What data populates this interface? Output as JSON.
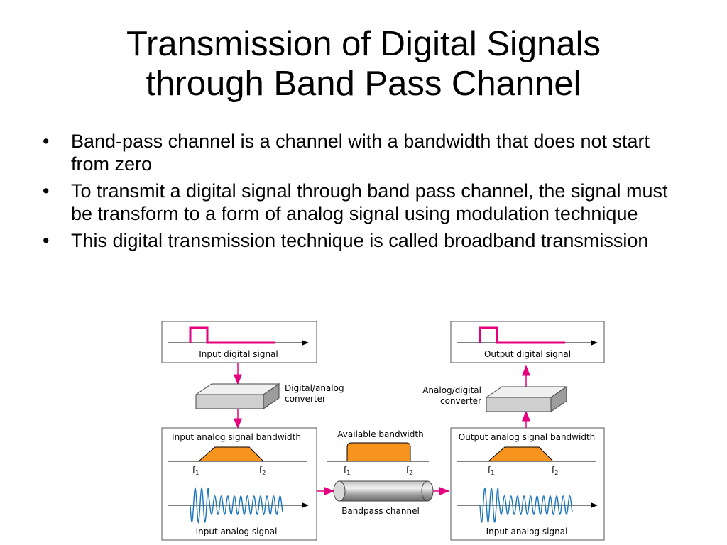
{
  "slide": {
    "title_line1": "Transmission of Digital Signals",
    "title_line2": "through Band Pass Channel",
    "bullets": [
      "Band-pass channel is a channel with a bandwidth that does not start from zero",
      "To transmit a digital signal through band pass channel, the signal must be transform to a form of analog signal using modulation technique",
      "This digital transmission technique is called broadband transmission"
    ],
    "bullet_glyph": "•"
  },
  "diagram": {
    "input_digital_label": "Input digital signal",
    "output_digital_label": "Output digital signal",
    "da_converter_label_1": "Digital/analog",
    "da_converter_label_2": "converter",
    "ad_converter_label_1": "Analog/digital",
    "ad_converter_label_2": "converter",
    "input_bandwidth_label": "Input analog signal bandwidth",
    "available_bandwidth_label": "Available bandwidth",
    "output_bandwidth_label": "Output analog signal bandwidth",
    "f1": "f",
    "f1_sub": "1",
    "f2": "f",
    "f2_sub": "2",
    "channel_label": "Bandpass channel",
    "input_analog_label": "Input analog signal",
    "output_analog_label": "Input analog signal",
    "colors": {
      "pulse": "#e6007e",
      "arrow": "#e6007e",
      "band": "#f7941d",
      "wave": "#1a75bc",
      "box_border": "#555555"
    }
  }
}
